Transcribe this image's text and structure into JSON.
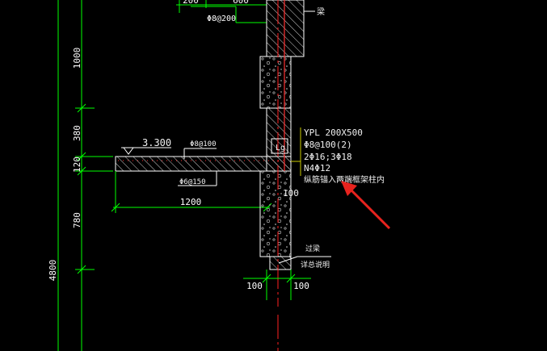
{
  "dims": {
    "top_200": "200",
    "top_600": "600",
    "top_stirrup": "Φ8@200",
    "v_1000": "1000",
    "v_380": "380",
    "v_120": "120",
    "v_780": "780",
    "v_4800": "4800",
    "slab_span": "1200",
    "col_100_right": "100",
    "bottom_100_left": "100",
    "bottom_100_right": "100"
  },
  "labels": {
    "slab_level": "3.300",
    "slab_top_rebar": "Φ8@100",
    "slab_bottom_rebar": "Φ6@150",
    "beam_label": "梁",
    "lg_label": "Lg",
    "lintel_label": "过梁",
    "lintel_note": "详总说明"
  },
  "beam_callout": {
    "line1": "YPL 200X500",
    "line2": "Φ8@100(2)",
    "line3": "2Φ16;3Φ18",
    "line4": "N4Φ12",
    "line5": "纵筋锚入两端框架柱内"
  },
  "colors": {
    "background": "#000000",
    "dimension": "#00ff00",
    "outline": "#ffffff",
    "hatch": "#cccccc",
    "axis": "#ff2020",
    "leader": "#cccc00",
    "arrow": "#e8231e"
  }
}
